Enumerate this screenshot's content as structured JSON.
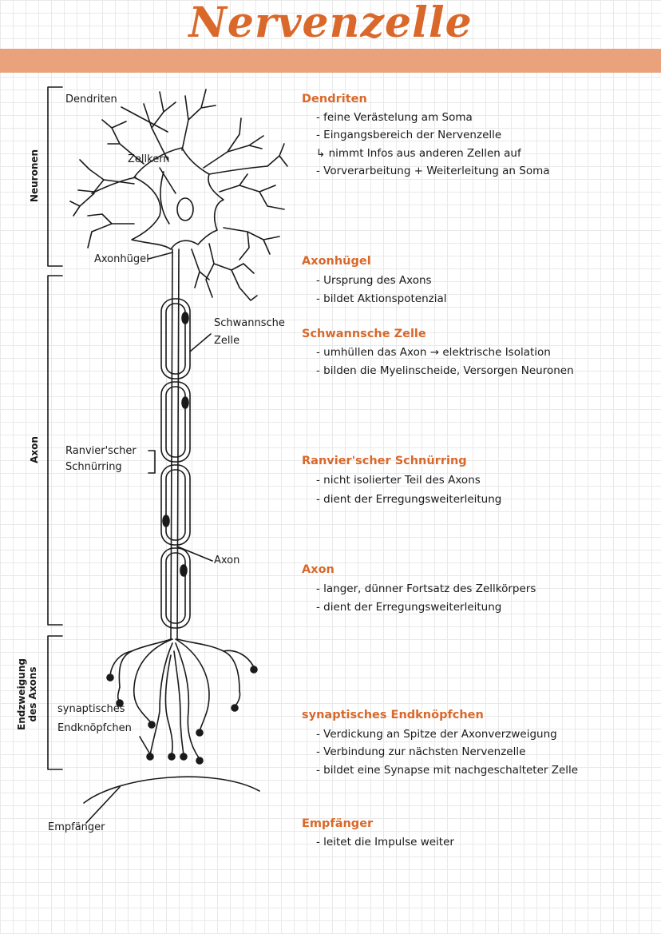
{
  "title": "Nervenzelle",
  "colors": {
    "accent": "#d9682a",
    "band": "#eaa27c",
    "ink": "#1a1a1a"
  },
  "side_brackets": {
    "neuronen": "Neuronen",
    "axon": "Axon",
    "endzweigung": [
      "Endzweigung",
      "des Axons"
    ]
  },
  "labels": {
    "dendriten": "Dendriten",
    "zellkern": "Zellkern",
    "axonhuegel": "Axonhügel",
    "schwannsche": [
      "Schwannsche",
      "Zelle"
    ],
    "ranvier": [
      "Ranvier'scher",
      "Schnürring"
    ],
    "axon": "Axon",
    "synaptisch": [
      "synaptisches",
      "Endknöpfchen"
    ],
    "empfaenger": "Empfänger"
  },
  "notes": [
    {
      "heading": "Dendriten",
      "lines": [
        "- feine Verästelung am Soma",
        "- Eingangsbereich der Nervenzelle",
        "↳ nimmt Infos aus anderen Zellen auf",
        "- Vorverarbeitung + Weiterleitung an Soma"
      ]
    },
    {
      "heading": "Axonhügel",
      "lines": [
        "- Ursprung des Axons",
        "- bildet Aktionspotenzial"
      ]
    },
    {
      "heading": "Schwannsche Zelle",
      "lines": [
        "- umhüllen das Axon → elektrische Isolation",
        "- bilden die Myelinscheide, Versorgen Neuronen"
      ]
    },
    {
      "heading": "Ranvier'scher Schnürring",
      "lines": [
        "- nicht isolierter Teil des Axons",
        "- dient der Erregungsweiterleitung"
      ]
    },
    {
      "heading": "Axon",
      "lines": [
        "- langer, dünner Fortsatz des Zellkörpers",
        "- dient der Erregungsweiterleitung"
      ]
    },
    {
      "heading": "synaptisches Endknöpfchen",
      "lines": [
        "- Verdickung an Spitze der Axonverzweigung",
        "- Verbindung zur nächsten Nervenzelle",
        "- bildet eine Synapse mit nachgeschalteter Zelle"
      ]
    },
    {
      "heading": "Empfänger",
      "lines": [
        "- leitet die Impulse weiter"
      ]
    }
  ]
}
